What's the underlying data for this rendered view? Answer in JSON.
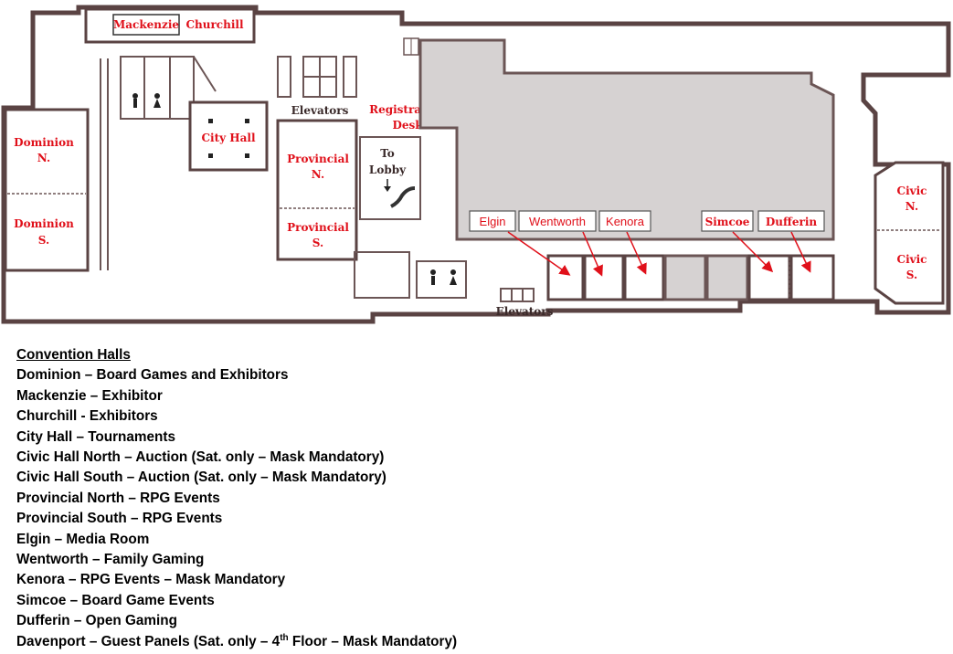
{
  "map": {
    "labels": {
      "mackenzie": "Mackenzie",
      "churchill": "Churchill",
      "dominion_n_1": "Dominion",
      "dominion_n_2": "N.",
      "dominion_s_1": "Dominion",
      "dominion_s_2": "S.",
      "city_hall": "City Hall",
      "elevators_top": "Elevators",
      "registration_1": "Registration",
      "registration_2": "Desk",
      "to_lobby_1": "To",
      "to_lobby_2": "Lobby",
      "provincial_n_1": "Provincial",
      "provincial_n_2": "N.",
      "provincial_s_1": "Provincial",
      "provincial_s_2": "S.",
      "civic_n_1": "Civic",
      "civic_n_2": "N.",
      "civic_s_1": "Civic",
      "civic_s_2": "S.",
      "elevators_bottom": "Elevators"
    },
    "callouts": {
      "elgin": "Elgin",
      "wentworth": "Wentworth",
      "kenora": "Kenora",
      "simcoe": "Simcoe",
      "dufferin": "Dufferin"
    },
    "colors": {
      "label": "#e0101a",
      "wall": "#5a4343",
      "hall_fill": "#d6d2d2"
    }
  },
  "legend": {
    "heading": "Convention Halls",
    "items": [
      "Dominion – Board Games and Exhibitors",
      "Mackenzie – Exhibitor",
      "Churchill - Exhibitors",
      "City Hall – Tournaments",
      "Civic Hall North – Auction (Sat. only – Mask Mandatory)",
      "Civic Hall South – Auction (Sat. only – Mask Mandatory)",
      "Provincial North – RPG Events",
      "Provincial South – RPG Events",
      "Elgin – Media Room",
      "Wentworth – Family Gaming",
      "Kenora – RPG Events – Mask Mandatory",
      "Simcoe – Board Game Events",
      "Dufferin – Open Gaming"
    ],
    "last_item": {
      "before": "Davenport – Guest Panels (Sat. only – 4",
      "sup": "th",
      "after": " Floor – Mask Mandatory)"
    }
  }
}
